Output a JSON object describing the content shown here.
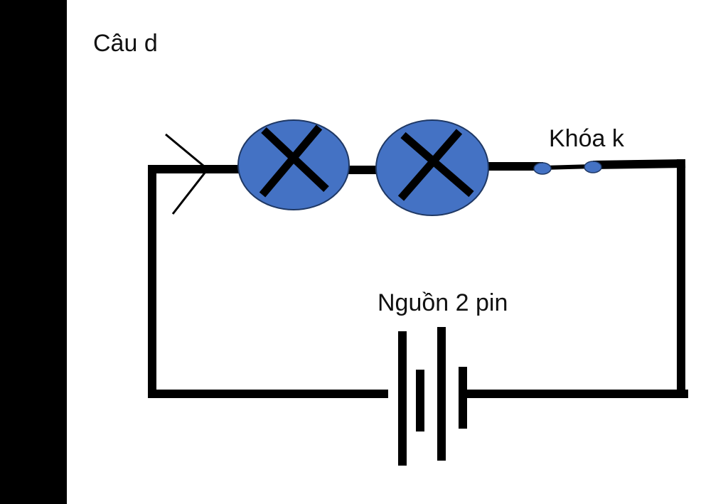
{
  "title": "Câu d",
  "labels": {
    "switch": "Khóa k",
    "source": "Nguồn 2 pin"
  },
  "colors": {
    "wire": "#000000",
    "lamp_fill": "#4472C4",
    "lamp_outline": "#1F3864",
    "background": "#FFFFFF",
    "side_bar": "#000000"
  },
  "components": {
    "lamps": 2,
    "battery_cells": 2,
    "switch_contacts": 2
  }
}
